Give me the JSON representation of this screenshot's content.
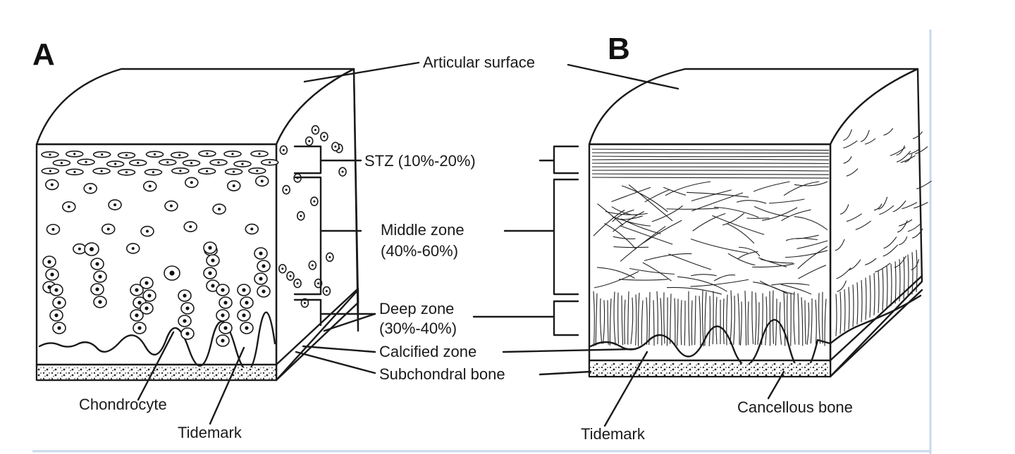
{
  "panels": {
    "a": "A",
    "b": "B"
  },
  "labels": {
    "articular_surface": "Articular surface",
    "stz": "STZ (10%-20%)",
    "middle_zone_line1": "Middle zone",
    "middle_zone_line2": "(40%-60%)",
    "deep_zone_line1": "Deep zone",
    "deep_zone_line2": "(30%-40%)",
    "calcified_zone": "Calcified zone",
    "subchondral_bone": "Subchondral bone",
    "chondrocyte": "Chondrocyte",
    "tidemark_a": "Tidemark",
    "tidemark_b": "Tidemark",
    "cancellous_bone": "Cancellous bone"
  },
  "colors": {
    "ink": "#1a1a1a",
    "frame": "#c9d9ec",
    "background": "#ffffff"
  }
}
